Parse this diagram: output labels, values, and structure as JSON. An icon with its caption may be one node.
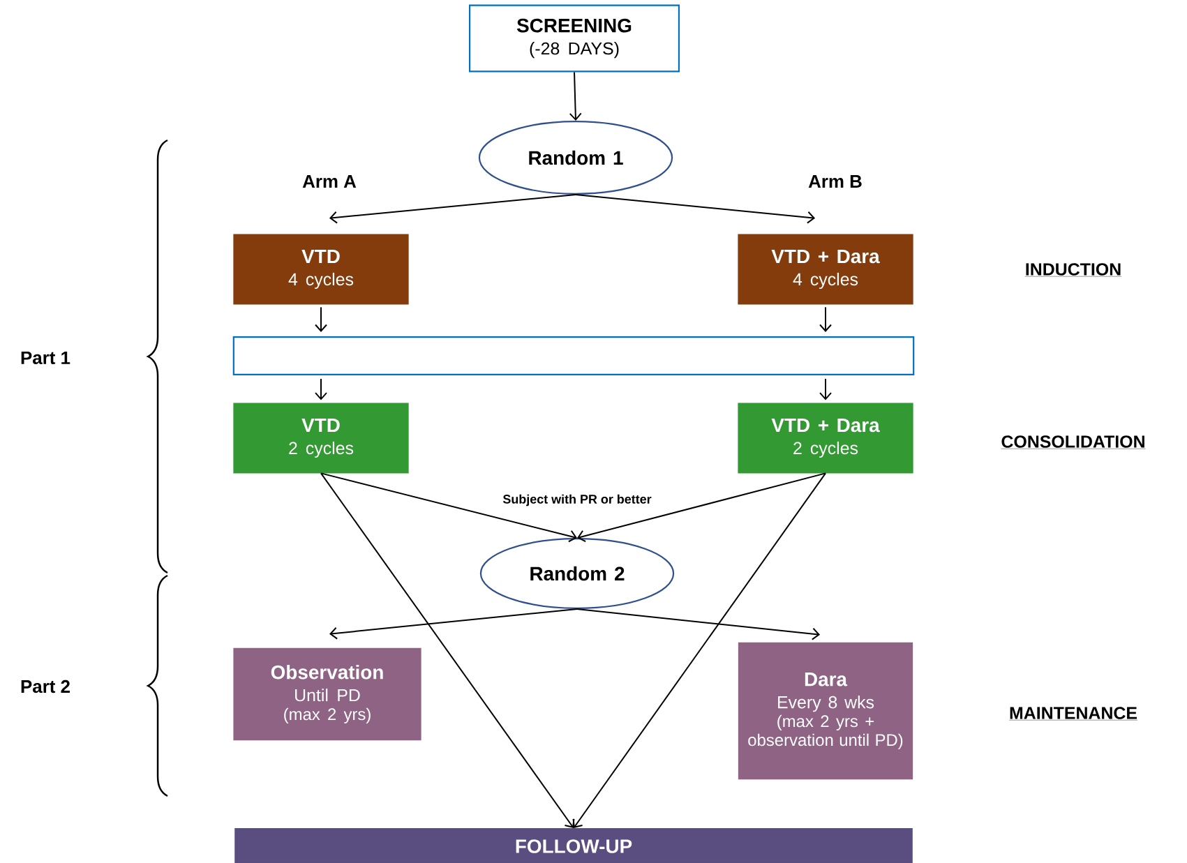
{
  "diagram": {
    "nodes": [
      {
        "text": [
          "SCREENING",
          "(-28 DAYS)"
        ]
      },
      {
        "text": [
          "Random 1"
        ]
      },
      {
        "text": [
          "VTD",
          "4 cycles"
        ]
      },
      {
        "text": [
          "VTD + Dara",
          "4 cycles"
        ]
      },
      {
        "text": [],
        "shape": "box"
      },
      {
        "text": [
          "VTD",
          "2 cycles"
        ]
      },
      {
        "text": [
          "VTD + Dara",
          "2 cycles"
        ]
      },
      {
        "text": [
          "Random 2"
        ]
      },
      {
        "text": [
          "Observation",
          "Until PD",
          "(max 2 yrs)"
        ]
      },
      {
        "text": [
          "Dara",
          "Every 8 wks",
          "(max 2 yrs + observation until PD)"
        ]
      },
      {
        "text": [
          "FOLLOW-UP"
        ]
      }
    ],
    "edges": [
      {
        "from": 0,
        "to": 1,
        "arrow": "to"
      },
      {
        "from": 1,
        "to": 2,
        "arrow": "to"
      },
      {
        "from": 1,
        "to": 3,
        "arrow": "to"
      },
      {
        "from": 2,
        "to": 4,
        "arrow": "to"
      },
      {
        "from": 3,
        "to": 4,
        "arrow": "to"
      },
      {
        "from": 4,
        "to": 5,
        "arrow": "to"
      },
      {
        "from": 4,
        "to": 6,
        "arrow": "to"
      },
      {
        "from": 5,
        "to": 7,
        "arrow": "to"
      },
      {
        "from": 6,
        "to": 7,
        "arrow": "to"
      },
      {
        "from": 5,
        "to": 10,
        "arrow": "to"
      },
      {
        "from": 6,
        "to": 10,
        "arrow": "to"
      },
      {
        "from": 7,
        "to": 8,
        "arrow": "to"
      },
      {
        "from": 7,
        "to": 9,
        "arrow": "to"
      }
    ],
    "labels": [
      "Arm A",
      "Arm B",
      "INDUCTION",
      "Part 1",
      "CONSOLIDATION",
      "Subject with PR or better",
      "Part 2",
      "MAINTENANCE"
    ]
  }
}
